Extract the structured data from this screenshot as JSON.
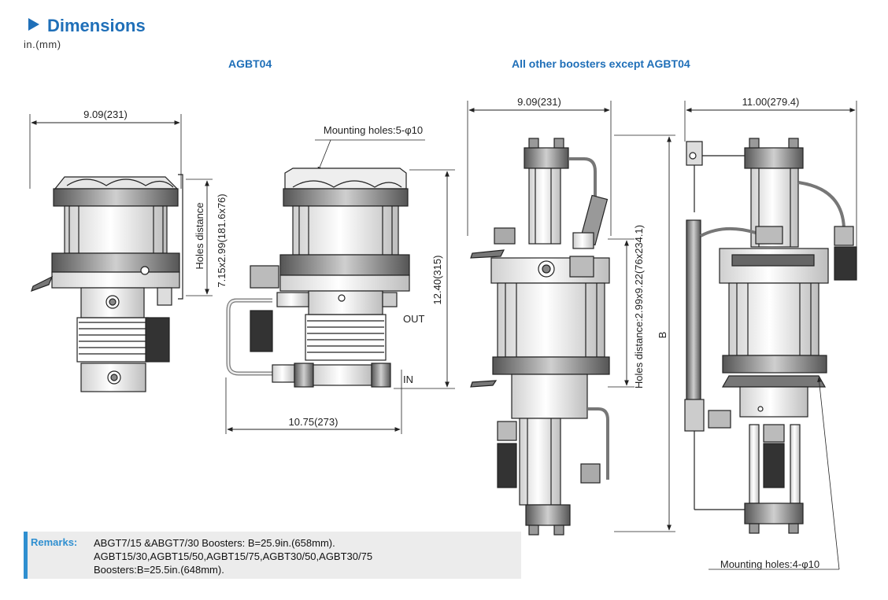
{
  "header": {
    "title": "Dimensions",
    "units": "in.(mm)"
  },
  "sections": {
    "left": "AGBT04",
    "right": "All other boosters except AGBT04"
  },
  "dimensions": {
    "agbt04_front_width": "9.09(231)",
    "agbt04_holes_distance": "Holes distance",
    "agbt04_holes_value": "7.15x2.99(181.6x76)",
    "agbt04_mounting_holes": "Mounting holes:5-φ10",
    "agbt04_height": "12.40(315)",
    "agbt04_side_width": "10.75(273)",
    "port_out": "OUT",
    "port_in": "IN",
    "other_front_width": "9.09(231)",
    "other_holes_distance": "Holes distance:2.99x9.22(76x234.1)",
    "other_height": "B",
    "other_side_width": "11.00(279.4)",
    "other_mounting_holes": "Mounting holes:4-φ10"
  },
  "remarks": {
    "label": "Remarks:",
    "lines": [
      "ABGT7/15 &ABGT7/30 Boosters: B=25.9in.(658mm).",
      "AGBT15/30,AGBT15/50,AGBT15/75,AGBT30/50,AGBT30/75",
      "Boosters:B=25.5in.(648mm)."
    ]
  }
}
